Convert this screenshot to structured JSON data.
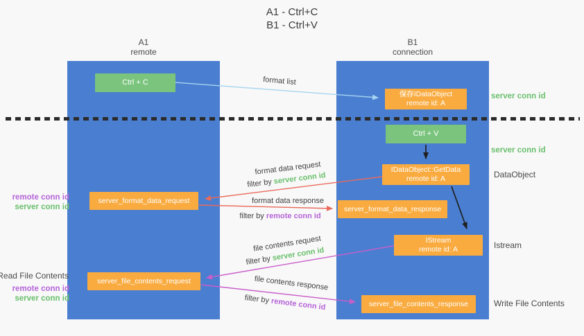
{
  "title": {
    "line1": "A1 - Ctrl+C",
    "line2": "B1 - Ctrl+V"
  },
  "columns": {
    "left": {
      "name": "A1",
      "role": "remote"
    },
    "right": {
      "name": "B1",
      "role": "connection"
    }
  },
  "nodes": {
    "ctrl_c": {
      "label": "Ctrl + C"
    },
    "ctrl_v": {
      "label": "Ctrl + V"
    },
    "save_idataobject": {
      "line1": "保存IDataObject",
      "line2": "remote id: A"
    },
    "getdata": {
      "line1": "IDataObject::GetData",
      "line2": "remote id: A"
    },
    "istream": {
      "line1": "IStream",
      "line2": "remote id: A"
    },
    "server_format_data_request": {
      "label": "server_format_data_request"
    },
    "server_format_data_response": {
      "label": "server_format_data_response"
    },
    "server_file_contents_request": {
      "label": "server_file_contents_request"
    },
    "server_file_contents_response": {
      "label": "server_file_contents_response"
    }
  },
  "arrow_labels": {
    "format_list": "format list",
    "format_data_request": "format data request",
    "format_data_response": "format data response",
    "file_contents_request": "file contents request",
    "file_contents_response": "file contents response",
    "filter_by": "filter by ",
    "server_conn_id": "server conn id",
    "remote_conn_id": "remote conn id"
  },
  "side_labels": {
    "server_conn_id_top": "server conn id",
    "server_conn_id_mid": "server conn id",
    "data_object": "DataObject",
    "istream": "Istream",
    "write_file_contents": "Write File Contents",
    "read_file_contents": "Read File Contents",
    "remote_conn_id": "remote conn id",
    "server_conn_id": "server conn id"
  },
  "colors": {
    "column_blue": "#4a7ed0",
    "box_green": "#7ac47d",
    "box_orange": "#f9ab40",
    "text_green": "#6abf6d",
    "text_purple": "#b564d8",
    "arrow_blue": "#a5d5f0",
    "arrow_salmon": "#e96a5c",
    "arrow_magenta": "#c95fc9",
    "arrow_black": "#1f1f1f"
  }
}
